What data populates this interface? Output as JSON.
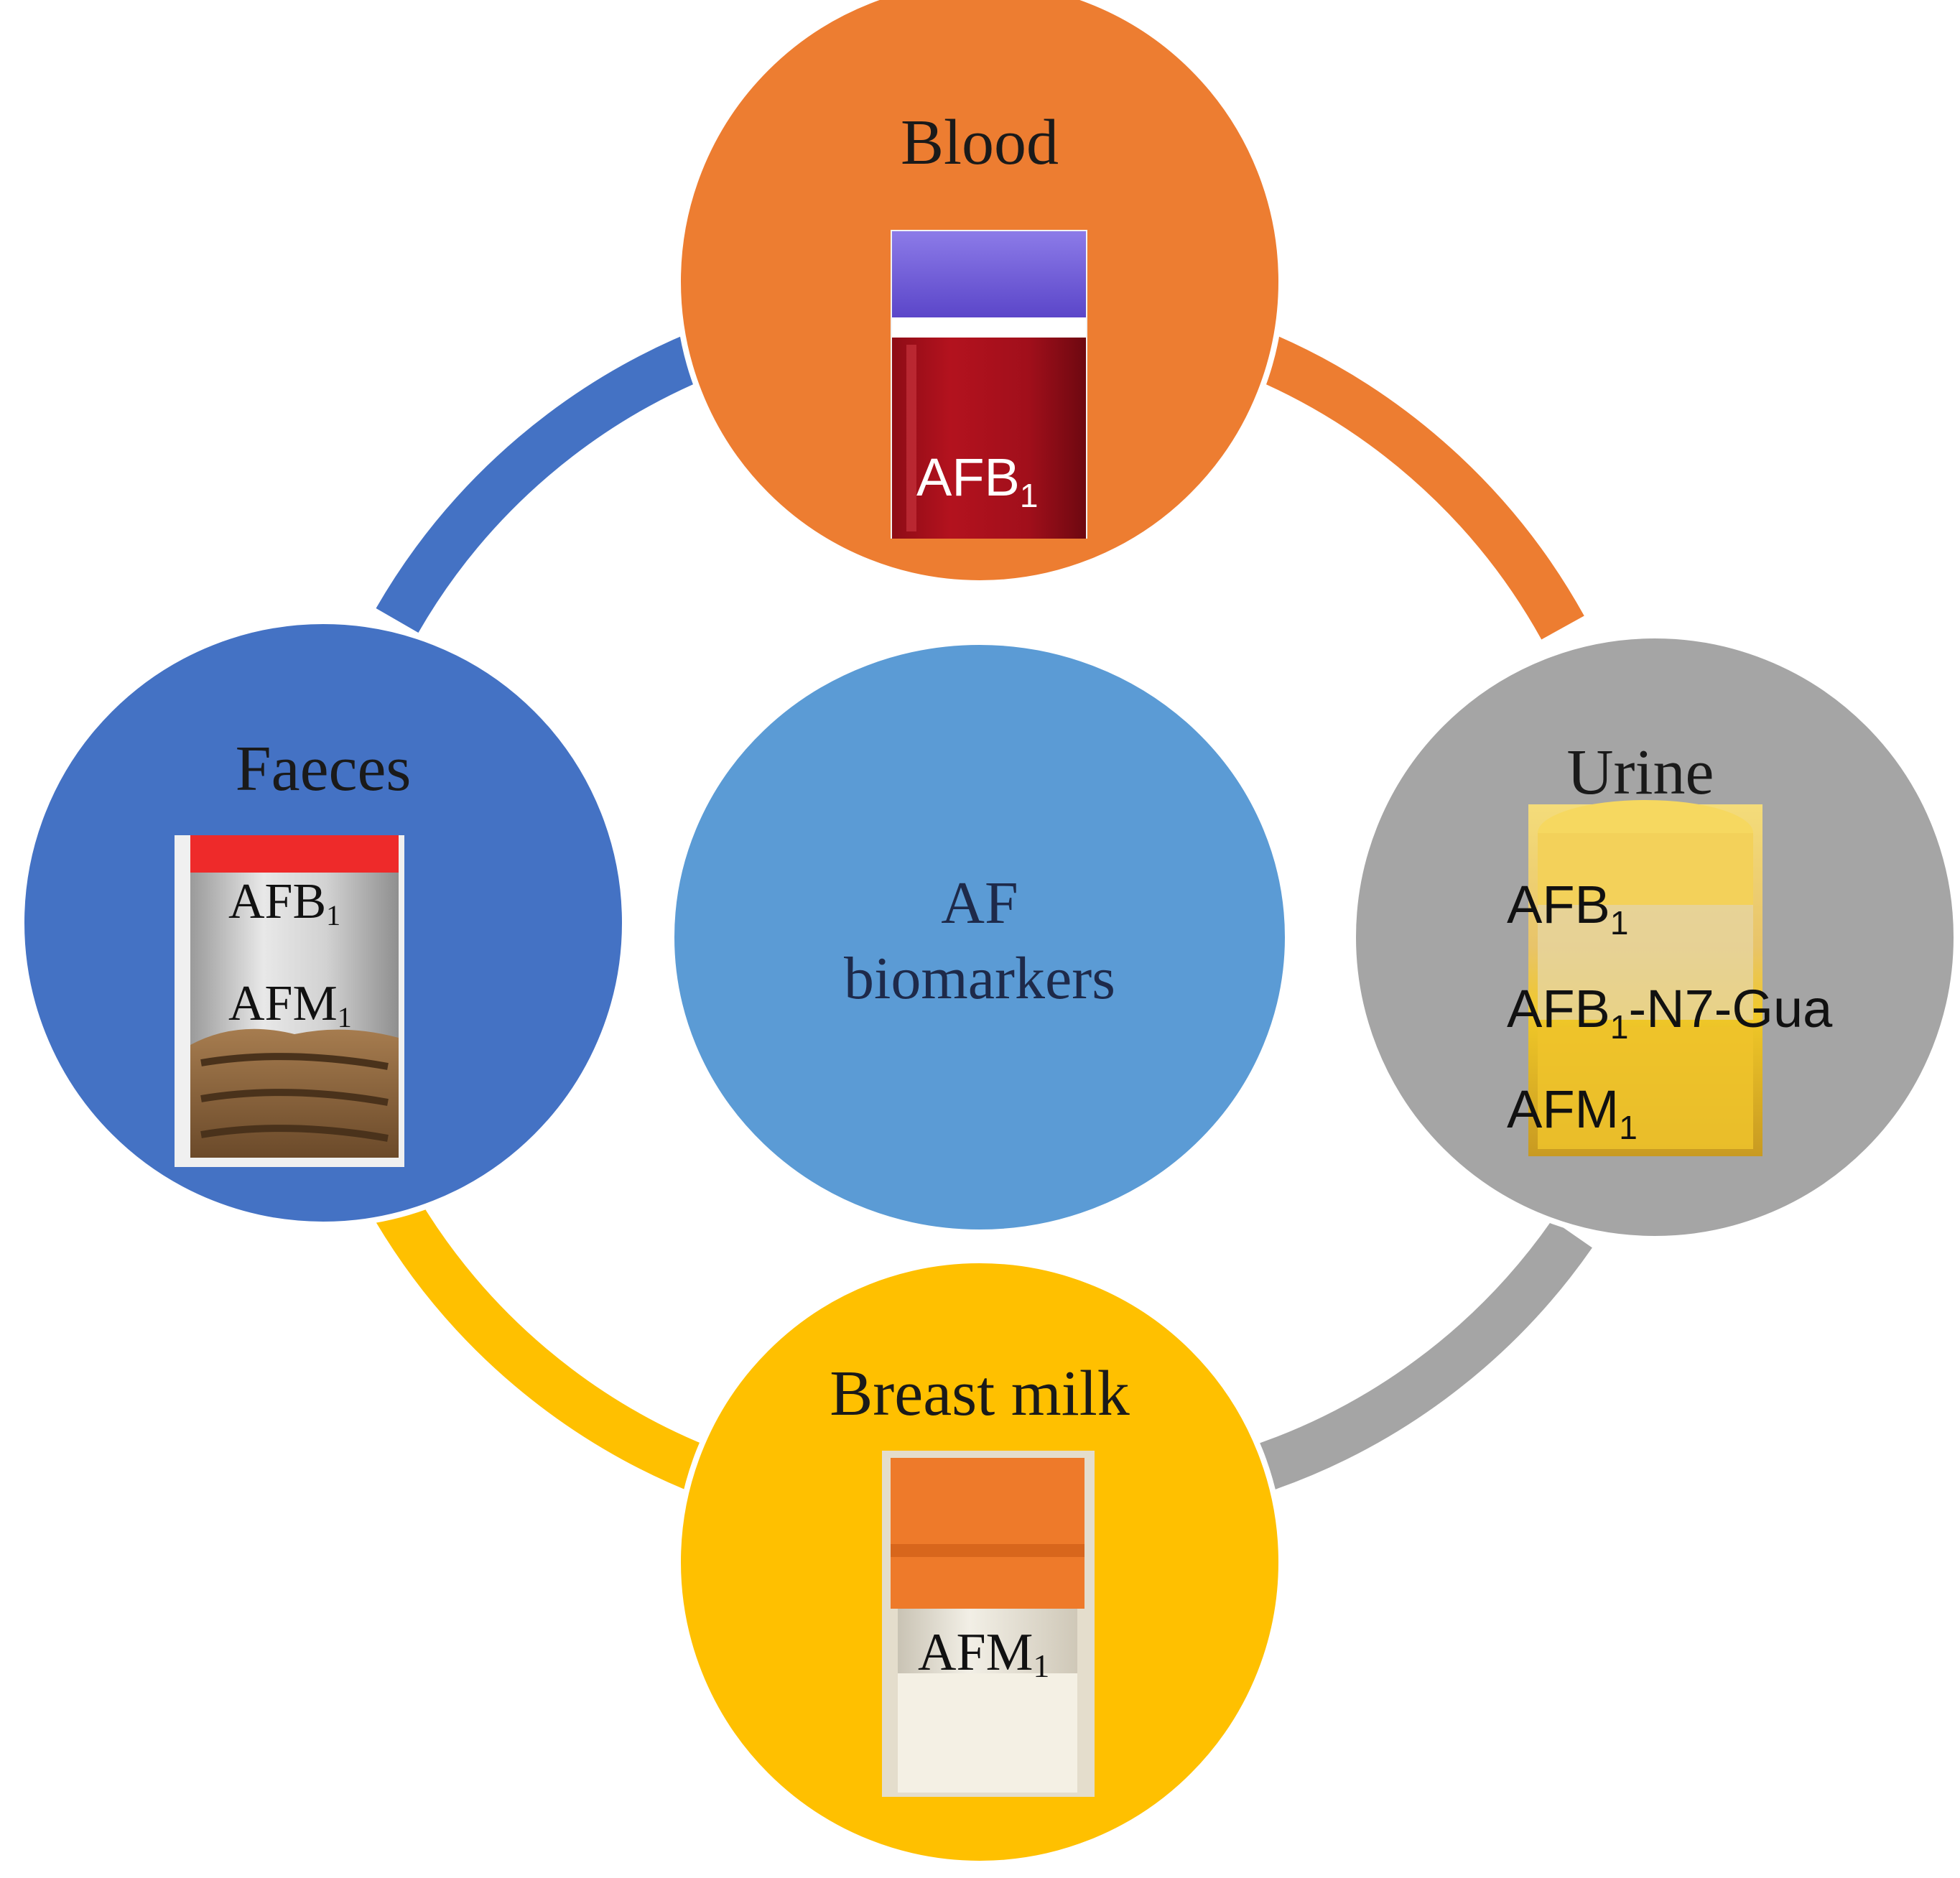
{
  "center": {
    "line1": "AF",
    "line2": "biomarkers"
  },
  "nodes": {
    "blood": {
      "title": "Blood",
      "markers": [
        {
          "base": "AFB",
          "sub": "1",
          "rest": ""
        }
      ]
    },
    "urine": {
      "title": "Urine",
      "markers": [
        {
          "base": "AFB",
          "sub": "1",
          "rest": ""
        },
        {
          "base": "AFB",
          "sub": "1",
          "rest": "-N7-Gua"
        },
        {
          "base": "AFM",
          "sub": "1",
          "rest": ""
        }
      ]
    },
    "milk": {
      "title": "Breast milk",
      "markers": [
        {
          "base": "AFM",
          "sub": "1",
          "rest": ""
        }
      ]
    },
    "faeces": {
      "title": "Faeces",
      "markers": [
        {
          "base": "AFB",
          "sub": "1",
          "rest": ""
        },
        {
          "base": "AFM",
          "sub": "1",
          "rest": ""
        }
      ]
    }
  },
  "colors": {
    "blood": "#ED7D31",
    "urine": "#A5A5A5",
    "milk": "#FFC000",
    "faeces": "#4472C4",
    "center": "#5B9BD5"
  },
  "icons": {
    "blood": "blood-tube-icon",
    "urine": "urine-container-icon",
    "milk": "breast-milk-bottle-icon",
    "faeces": "stool-container-icon"
  }
}
